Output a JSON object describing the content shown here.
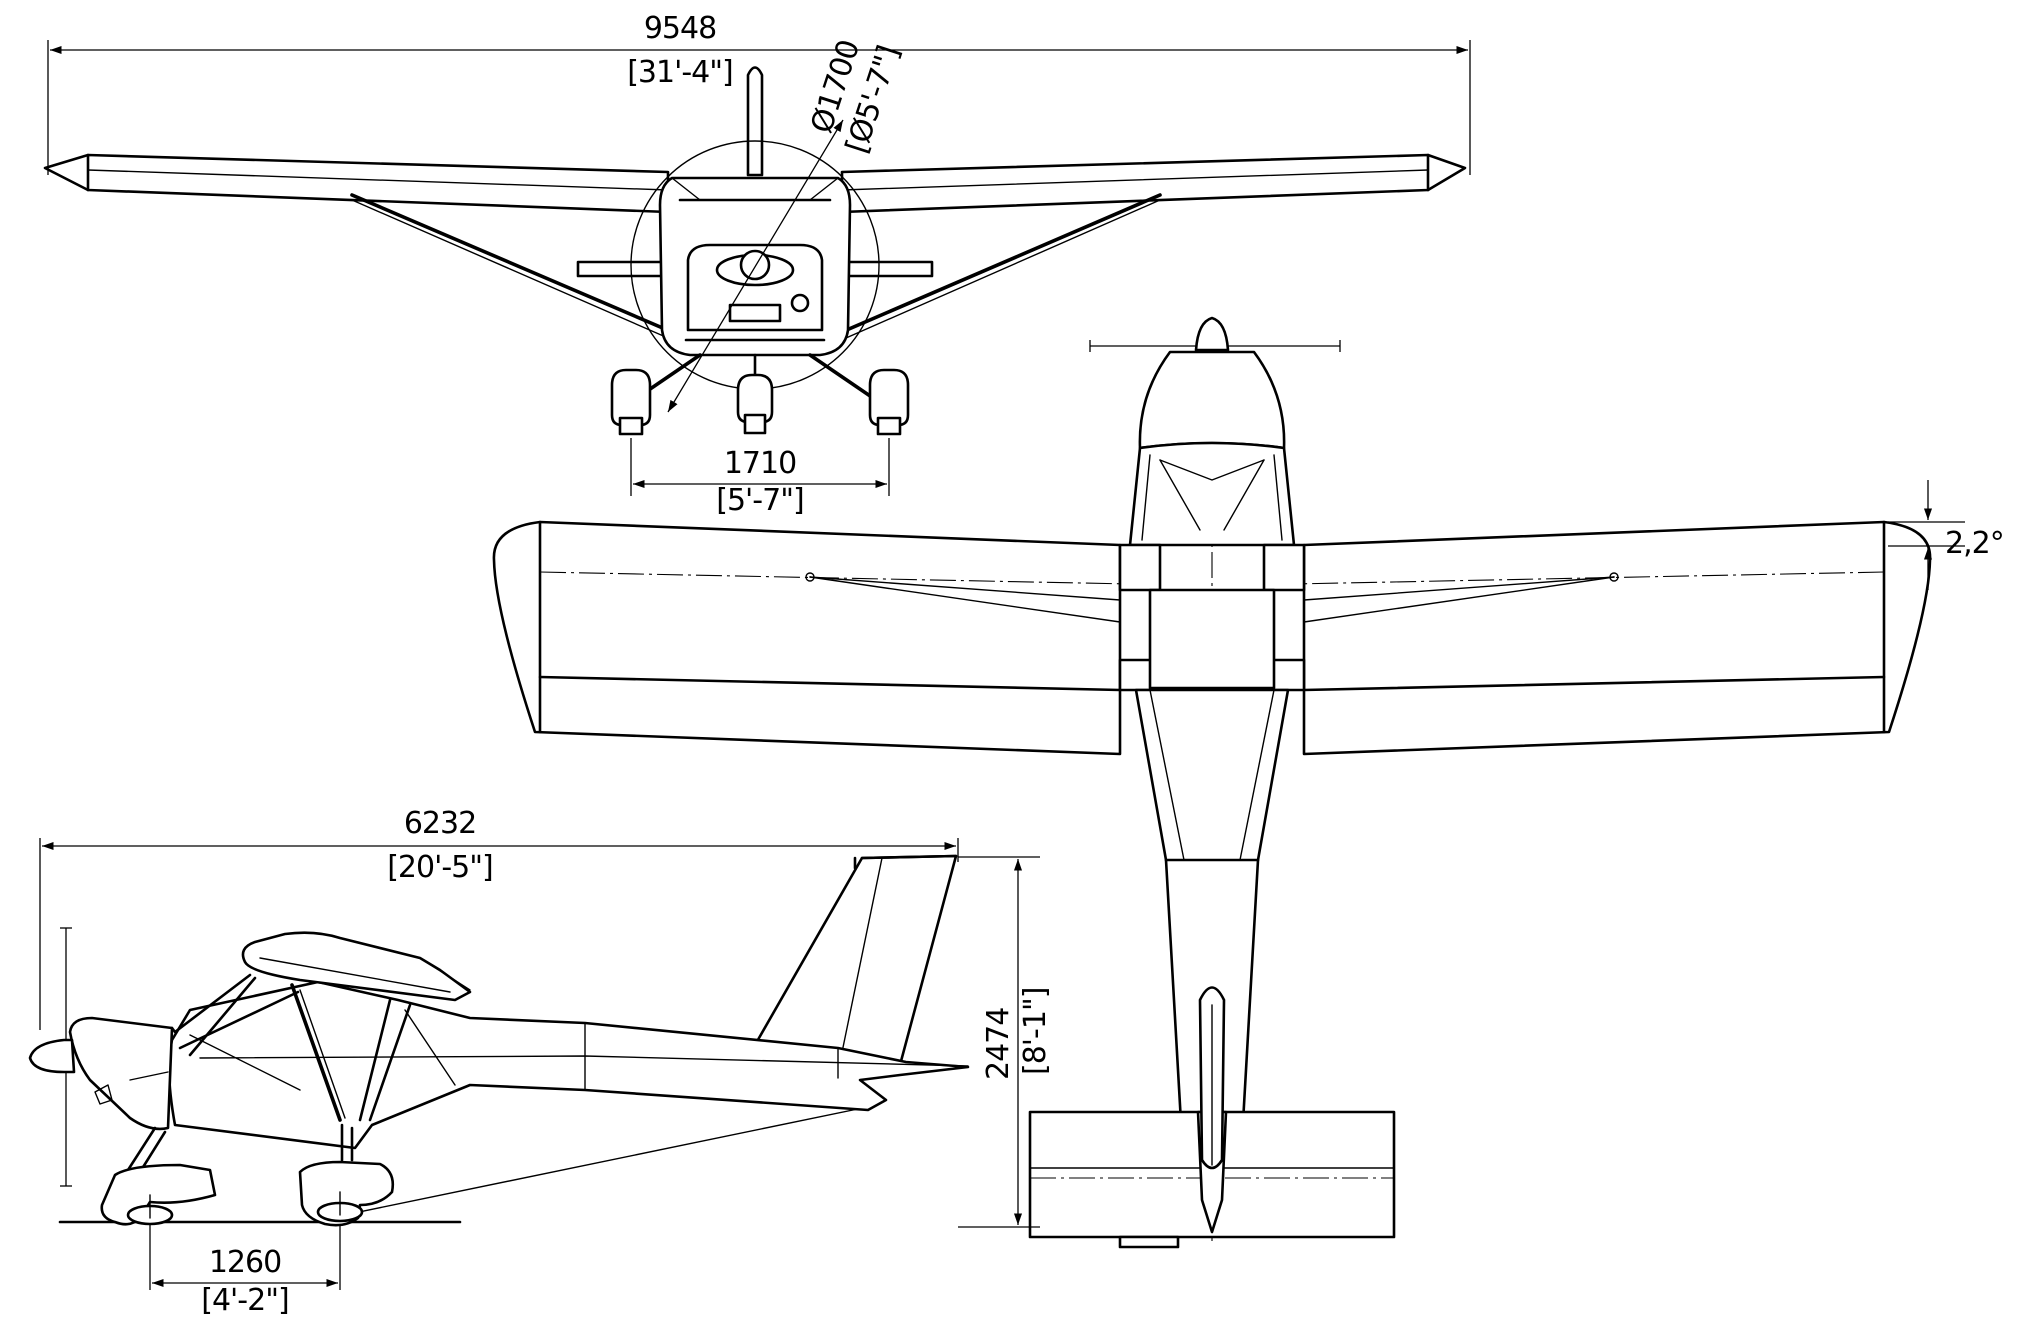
{
  "dimensions": {
    "wingspan": {
      "mm": "9548",
      "imperial": "[31'-4\"]"
    },
    "propeller": {
      "mm": "Ø1700",
      "imperial": "[Ø5'-7\"]"
    },
    "main_gear_track": {
      "mm": "1710",
      "imperial": "[5'-7\"]"
    },
    "dihedral": {
      "value": "2,2°"
    },
    "length": {
      "mm": "6232",
      "imperial": "[20'-5\"]"
    },
    "height": {
      "mm": "2474",
      "imperial": "[8'-1\"]"
    },
    "wheelbase": {
      "mm": "1260",
      "imperial": "[4'-2\"]"
    }
  }
}
